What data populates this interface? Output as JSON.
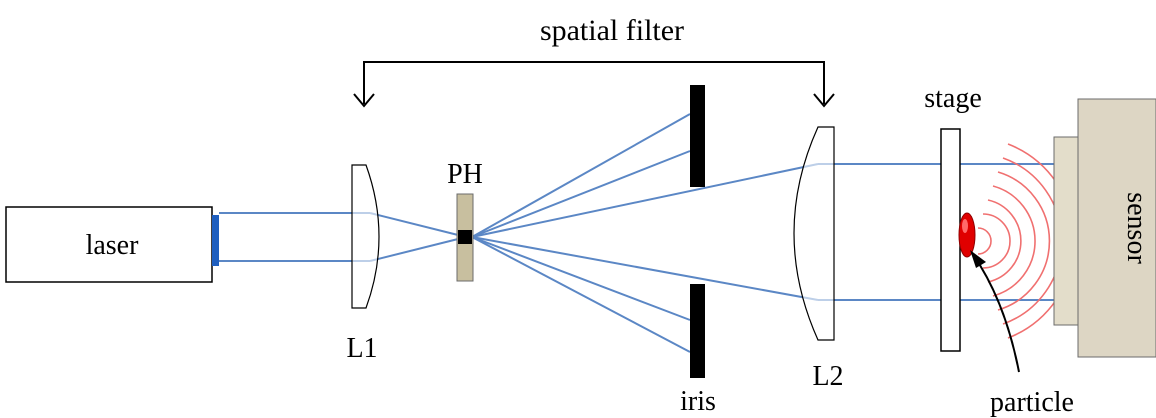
{
  "labels": {
    "spatial_filter": "spatial filter",
    "laser": "laser",
    "ph": "PH",
    "l1": "L1",
    "iris": "iris",
    "l2": "L2",
    "stage": "stage",
    "sensor": "sensor",
    "particle": "particle"
  },
  "colors": {
    "beam": "#5b87c5",
    "laser_aperture": "#1f5fbf",
    "pinhole_plate": "#c8bf9f",
    "sensor_body": "#ddd6c4",
    "sensor_face": "#e3ddca",
    "particle": "#e00000",
    "wavefront": "#f07070"
  }
}
